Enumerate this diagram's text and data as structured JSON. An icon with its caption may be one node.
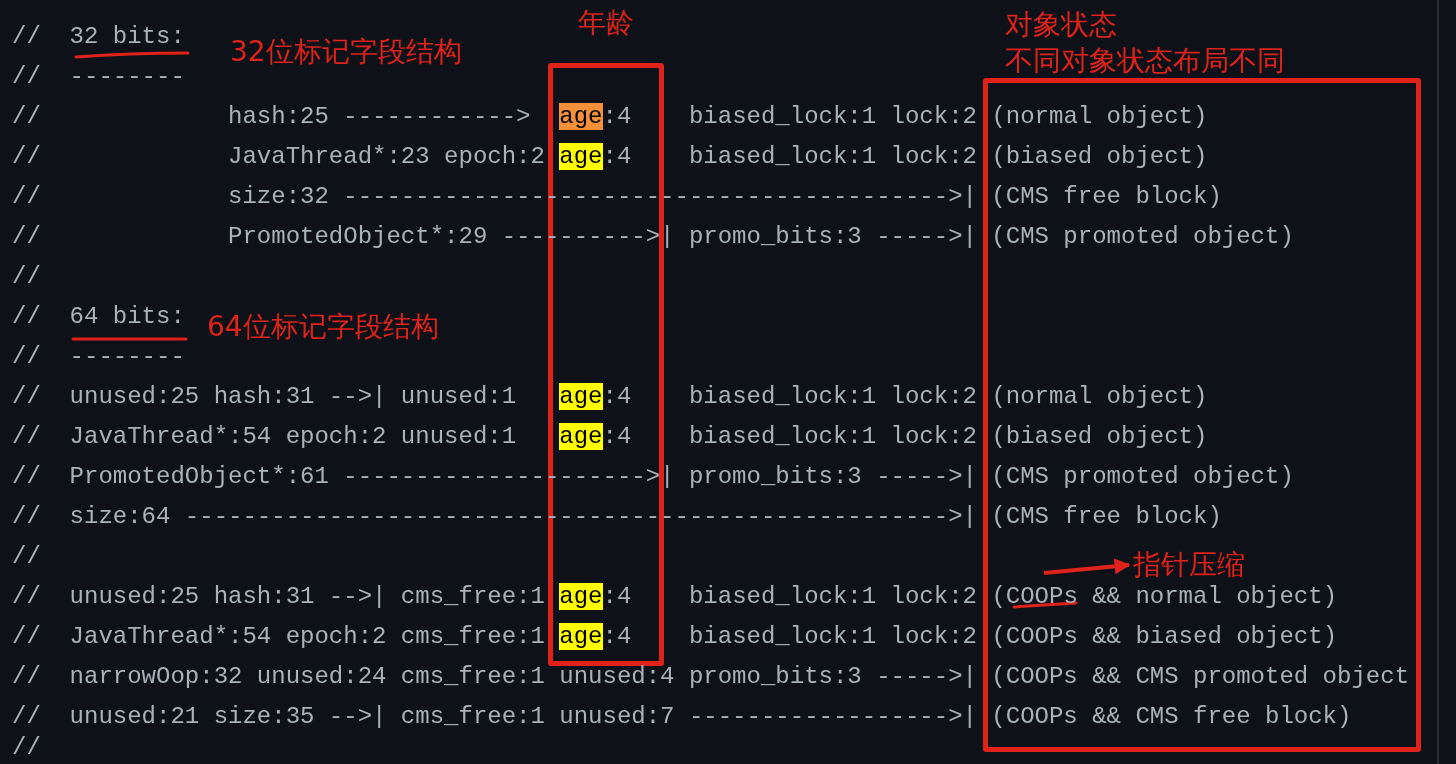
{
  "diagram": {
    "nodes": [
      {
        "text": [
          "年龄"
        ]
      },
      {
        "text": [
          "对象状态",
          "不同对象状态布局不同"
        ]
      },
      {
        "text": [
          "指针压缩"
        ],
        "in": 1
      }
    ],
    "edges": [
      {
        "from": null,
        "to": 2,
        "arrow": "to"
      }
    ],
    "labels": [
      "//  32 bits:",
      "32位标记字段结构",
      "//  --------",
      "//             hash:25 ------------>  age:4    biased_lock:1 lock:2 (normal object)",
      "//             JavaThread*:23 epoch:2 age:4    biased_lock:1 lock:2 (biased object)",
      "//             size:32 ------------------------------------------>| (CMS free block)",
      "//             PromotedObject*:29 ---------->| promo_bits:3 ----->| (CMS promoted object)",
      "//",
      "//  64 bits:",
      "64位标记字段结构",
      "//  --------",
      "//  unused:25 hash:31 -->| unused:1   age:4    biased_lock:1 lock:2 (normal object)",
      "//  JavaThread*:54 epoch:2 unused:1   age:4    biased_lock:1 lock:2 (biased object)",
      "//  PromotedObject*:61 --------------------->| promo_bits:3 ----->| (CMS promoted object)",
      "//  size:64 ----------------------------------------------------->| (CMS free block)",
      "//",
      "//  unused:25 hash:31 -->| cms_free:1 age:4    biased_lock:1 lock:2 (COOPs && normal object)",
      "//  JavaThread*:54 epoch:2 cms_free:1 age:4    biased_lock:1 lock:2 (COOPs && biased object)",
      "//  narrowOop:32 unused:24 cms_free:1 unused:4 promo_bits:3 ----->| (COOPs && CMS promoted object",
      "//  unused:21 size:35 -->| cms_free:1 unused:7 ------------------>| (COOPs && CMS free block)",
      "//"
    ]
  }
}
